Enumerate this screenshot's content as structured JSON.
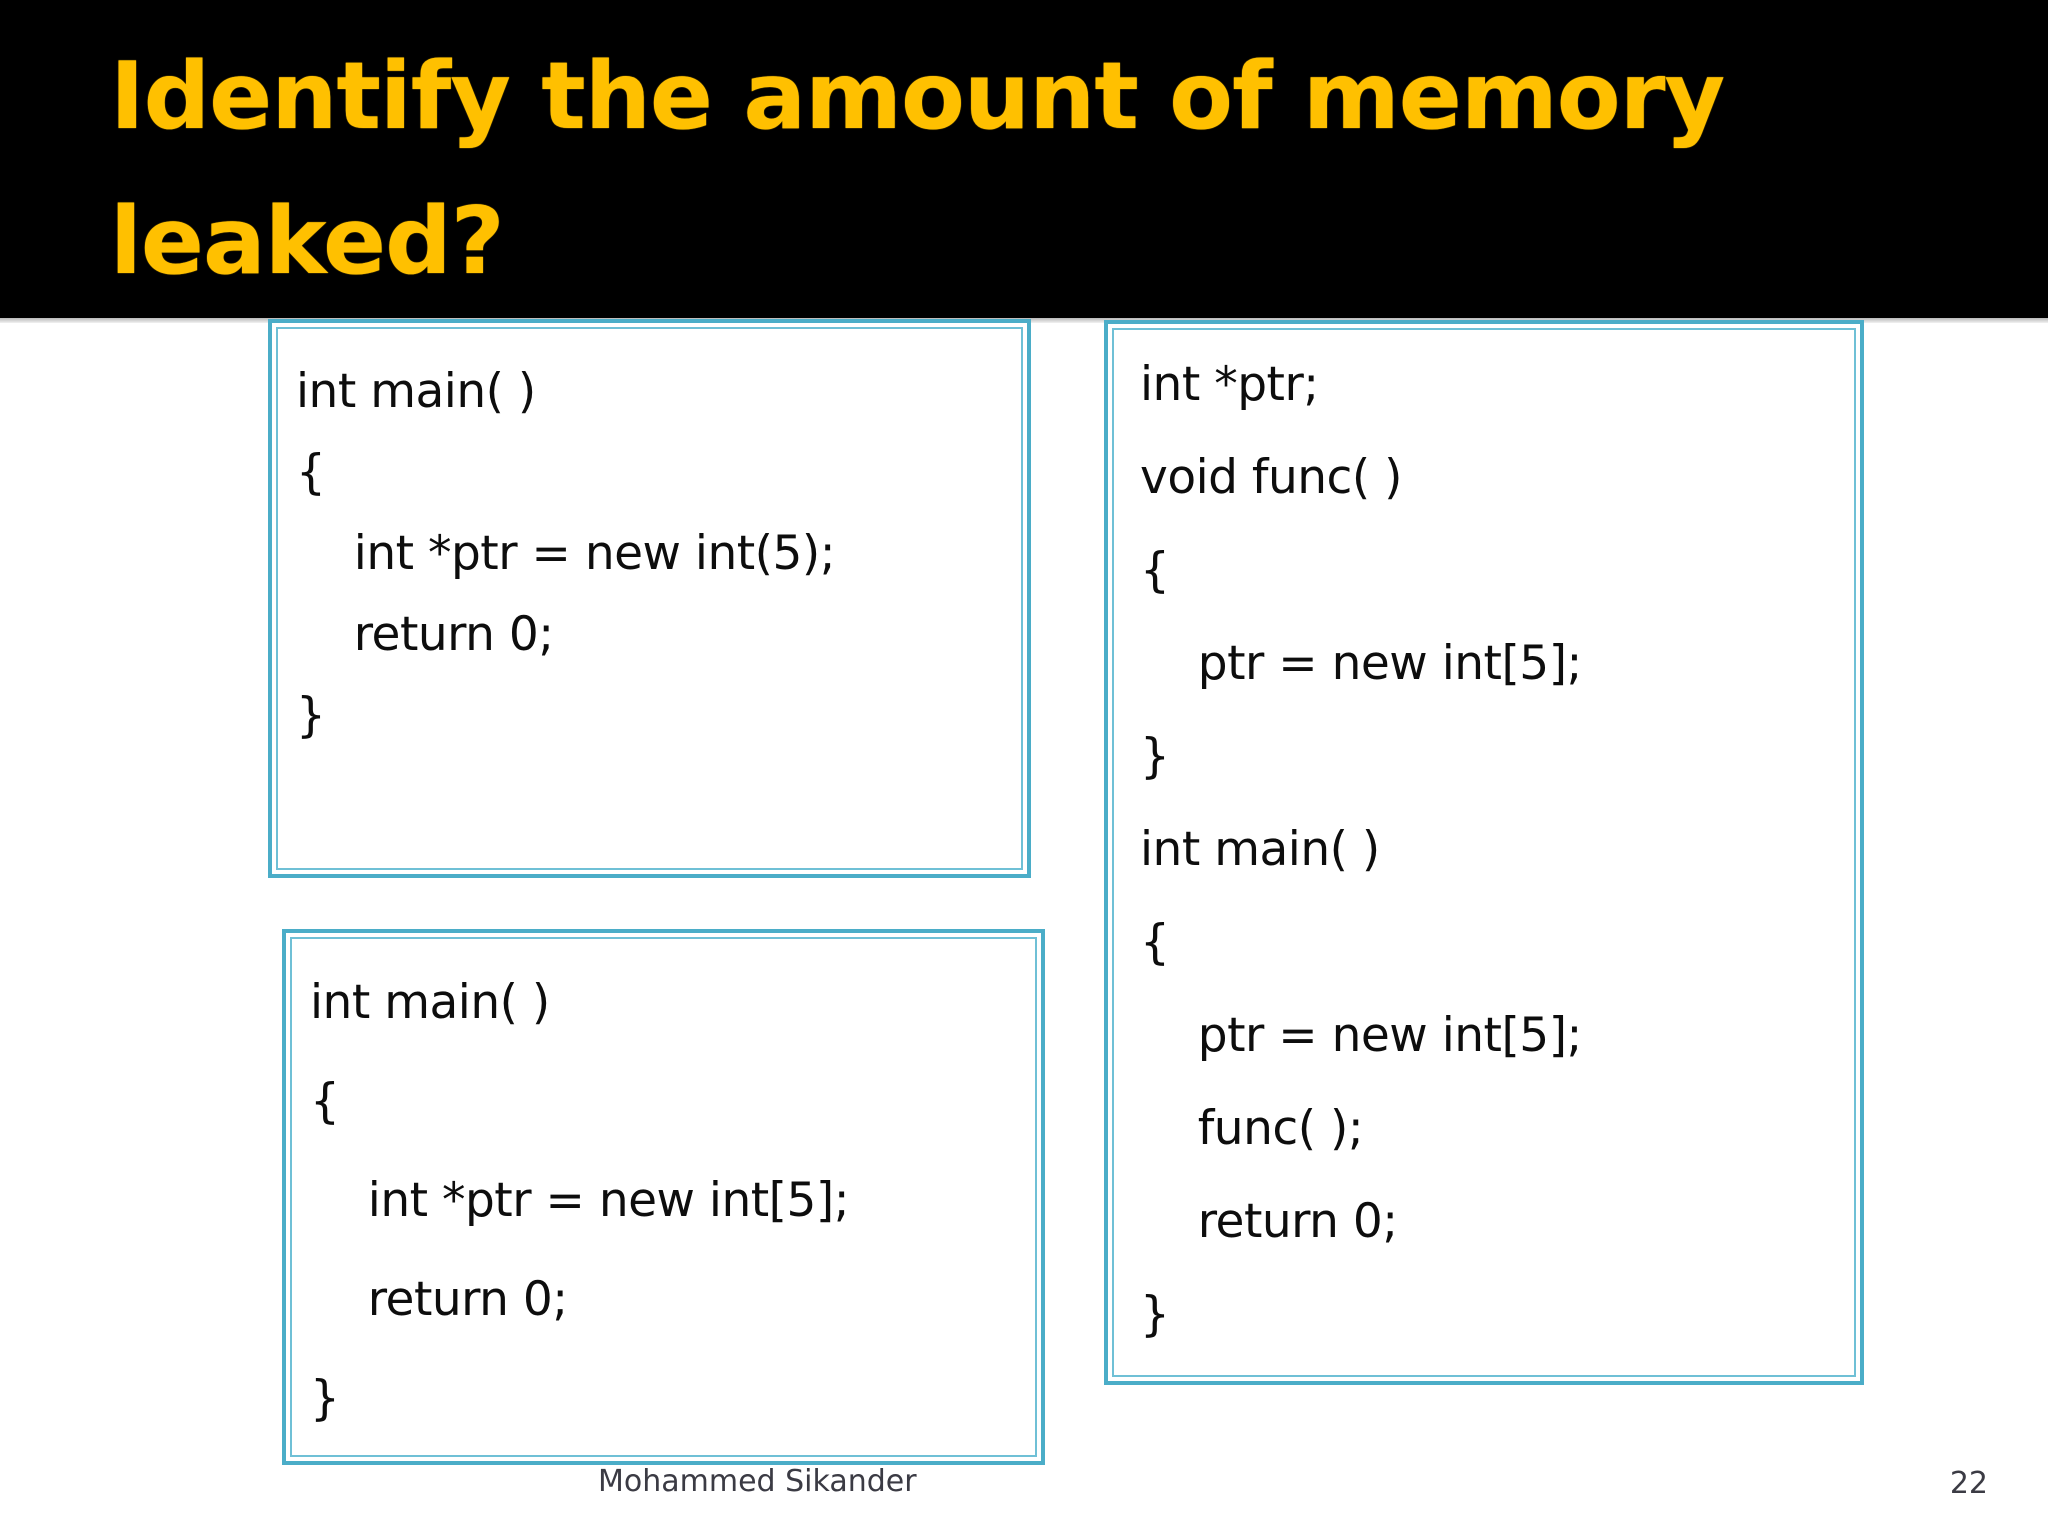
{
  "slide": {
    "title_lines": [
      "Identify the amount of memory",
      "leaked?"
    ],
    "title_color": "#ffc000",
    "banner_color": "#000000",
    "box_border_color": "#4badc8",
    "body_background": "#ffffff",
    "code_text_color": "#0d0d0d"
  },
  "code_boxes": [
    {
      "id": "top-left",
      "lines": [
        "int main( )",
        "{",
        "    int *ptr = new int(5);",
        "    return 0;",
        "}"
      ]
    },
    {
      "id": "bottom-left",
      "lines": [
        "int main( )",
        "{",
        "    int *ptr = new int[5];",
        "    return 0;",
        "}"
      ]
    },
    {
      "id": "right",
      "lines": [
        "int *ptr;",
        "void func( )",
        "{",
        "    ptr = new int[5];",
        "}",
        "int main( )",
        "{",
        "    ptr = new int[5];",
        "    func( );",
        "    return 0;",
        "}"
      ]
    }
  ],
  "footer": {
    "author": "Mohammed Sikander",
    "page_number": "22",
    "text_color": "#3b3b44"
  }
}
